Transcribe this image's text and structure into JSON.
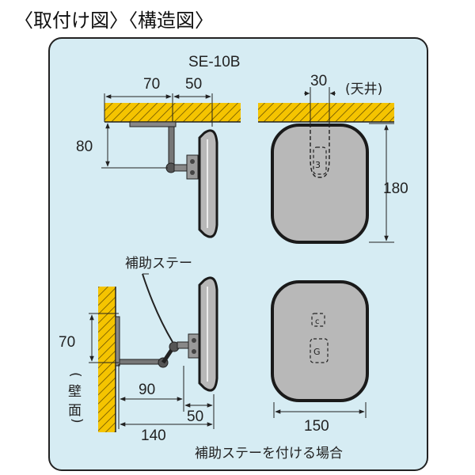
{
  "title": "〈取付け図〉〈構造図〉",
  "model": "SE-10B",
  "labels": {
    "ceiling": "(天井)",
    "wall_char1": "壁",
    "wall_char2": "面",
    "support_stay": "補助ステー",
    "caption": "補助ステーを付ける場合"
  },
  "dimensions": {
    "top_70": "70",
    "top_50": "50",
    "top_30": "30",
    "top_80": "80",
    "top_180": "180",
    "bot_70": "70",
    "bot_90": "90",
    "bot_50": "50",
    "bot_140": "140",
    "bot_150": "150"
  },
  "colors": {
    "panel_bg": "#d6ecf3",
    "panel_border": "#222222",
    "hatch_fill": "#f5c400",
    "mirror_face": "#b8b8b8",
    "mirror_rim": "#1a1a1a"
  }
}
